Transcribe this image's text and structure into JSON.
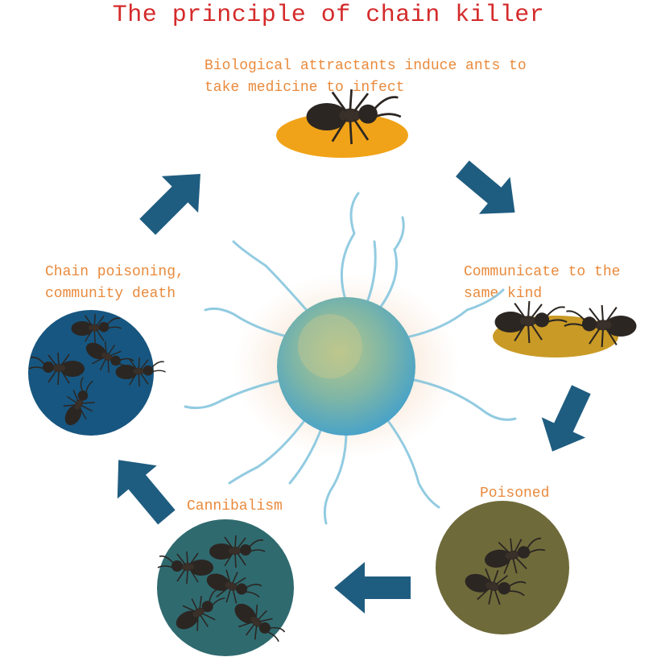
{
  "title": "The principle of chain killer",
  "steps": [
    {
      "text": "Biological attractants induce ants to\ntake medicine to infect"
    },
    {
      "text": "Communicate to the\nsame kind"
    },
    {
      "text": "Poisoned"
    },
    {
      "text": "Cannibalism"
    },
    {
      "text": "Chain poisoning,\ncommunity death"
    }
  ],
  "colors": {
    "title": "#d42a2a",
    "label": "#e98a3c",
    "arrow": "#1f5d80",
    "ellipse_step1": "#f0a318",
    "ellipse_step2": "#c99a25",
    "circle_poisoned": "#6f6a3a",
    "circle_cannibalism": "#2f6a6f",
    "circle_death": "#175680",
    "spore": "#7fc3dc"
  },
  "icons": [
    "ant-icon",
    "arrow-icon",
    "spore-icon"
  ]
}
